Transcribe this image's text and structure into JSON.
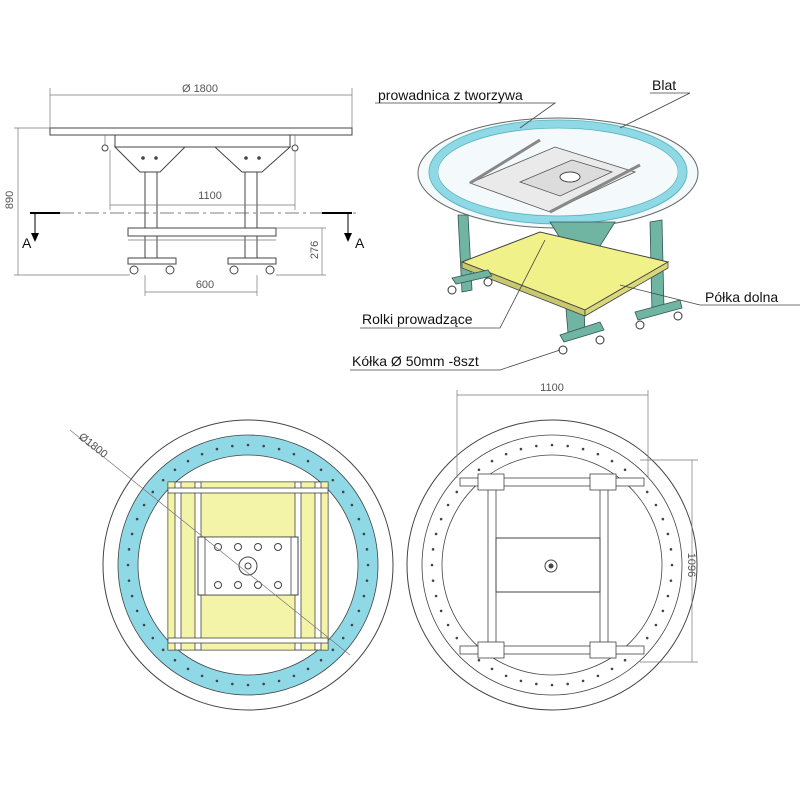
{
  "dimensions": {
    "side_diameter": "Ø 1800",
    "height": "890",
    "leg_spacing": "1100",
    "shelf_height": "276",
    "base_width": "600",
    "top_diameter": "Ø1800",
    "top_width": "1100",
    "top_depth": "1096"
  },
  "section_marks": {
    "left": "A",
    "right": "A"
  },
  "callouts": {
    "guide": "prowadnica z tworzywa",
    "top": "Blat",
    "lower_shelf": "Półka dolna",
    "rollers": "Rolki prowadzące",
    "casters": "Kółka Ø 50mm -8szt"
  },
  "colors": {
    "ring": "#8fd8e6",
    "shelf": "#f1f18a",
    "shelf_light": "#f6f6c8",
    "frame_green": "#6fb5a2",
    "line": "#444444"
  }
}
